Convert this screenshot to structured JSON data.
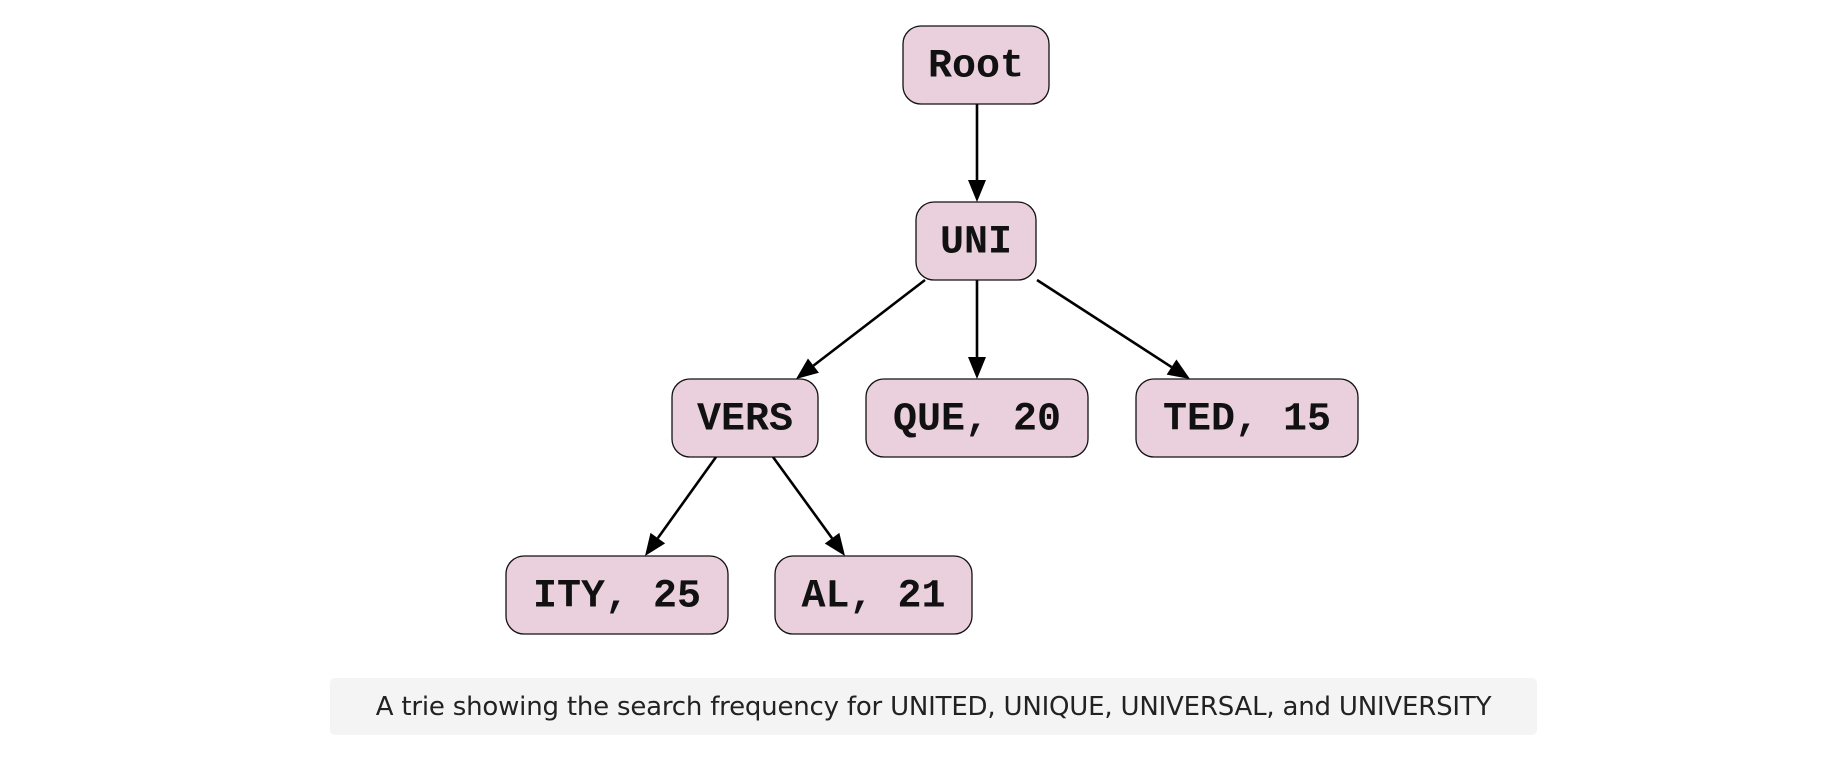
{
  "diagram": {
    "type": "trie",
    "node_fill": "#ead0dd",
    "edge_color": "#000000",
    "nodes": [
      {
        "id": "root",
        "label": "Root"
      },
      {
        "id": "uni",
        "label": "UNI"
      },
      {
        "id": "vers",
        "label": "VERS"
      },
      {
        "id": "que",
        "label": "QUE, 20"
      },
      {
        "id": "ted",
        "label": "TED, 15"
      },
      {
        "id": "ity",
        "label": "ITY, 25"
      },
      {
        "id": "al",
        "label": "AL, 21"
      }
    ],
    "edges": [
      {
        "from": "root",
        "to": "uni"
      },
      {
        "from": "uni",
        "to": "vers"
      },
      {
        "from": "uni",
        "to": "que"
      },
      {
        "from": "uni",
        "to": "ted"
      },
      {
        "from": "vers",
        "to": "ity"
      },
      {
        "from": "vers",
        "to": "al"
      }
    ]
  },
  "caption": {
    "text": "A trie showing the search frequency for UNITED, UNIQUE, UNIVERSAL, and UNIVERSITY"
  }
}
